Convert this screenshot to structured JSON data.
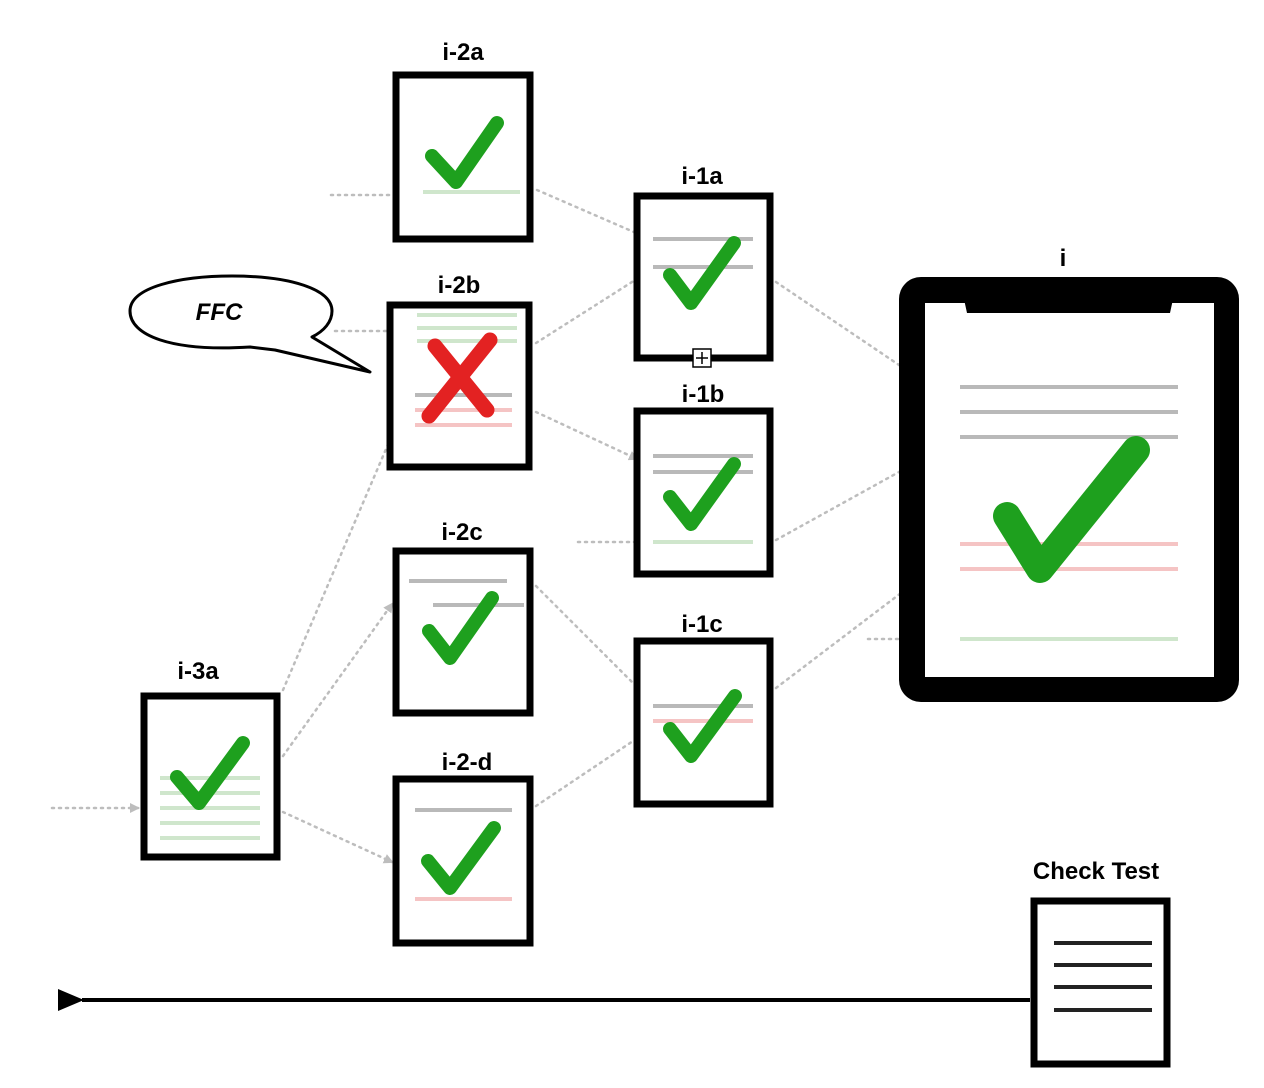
{
  "diagram": {
    "nodes": [
      {
        "id": "i-3a",
        "label": "i-3a",
        "status": "pass"
      },
      {
        "id": "i-2a",
        "label": "i-2a",
        "status": "pass"
      },
      {
        "id": "i-2b",
        "label": "i-2b",
        "status": "fail"
      },
      {
        "id": "i-2c",
        "label": "i-2c",
        "status": "pass"
      },
      {
        "id": "i-2d",
        "label": "i-2-d",
        "status": "pass"
      },
      {
        "id": "i-1a",
        "label": "i-1a",
        "status": "pass"
      },
      {
        "id": "i-1b",
        "label": "i-1b",
        "status": "pass"
      },
      {
        "id": "i-1c",
        "label": "i-1c",
        "status": "pass"
      },
      {
        "id": "i",
        "label": "i",
        "status": "pass"
      }
    ],
    "edges": [
      {
        "from": "i-3a",
        "to": "i-2b"
      },
      {
        "from": "i-3a",
        "to": "i-2c"
      },
      {
        "from": "i-3a",
        "to": "i-2d"
      },
      {
        "from": "i-2a",
        "to": "i-1a"
      },
      {
        "from": "i-2b",
        "to": "i-1a"
      },
      {
        "from": "i-2b",
        "to": "i-1b"
      },
      {
        "from": "i-2c",
        "to": "i-1c"
      },
      {
        "from": "i-2d",
        "to": "i-1c"
      },
      {
        "from": "i-1a",
        "to": "i"
      },
      {
        "from": "i-1b",
        "to": "i"
      },
      {
        "from": "i-1c",
        "to": "i"
      }
    ],
    "callout": {
      "text": "FFC",
      "target": "i-2b"
    },
    "check_test": {
      "label": "Check Test"
    },
    "colors": {
      "pass": "#1ea01e",
      "fail": "#e32222",
      "edge": "#bdbdbd",
      "border": "#000000"
    },
    "icons": {
      "pass": "checkmark-icon",
      "fail": "cross-icon",
      "collapse": "plus-box-icon",
      "document": "document-icon",
      "clipboard": "clipboard-icon"
    }
  }
}
